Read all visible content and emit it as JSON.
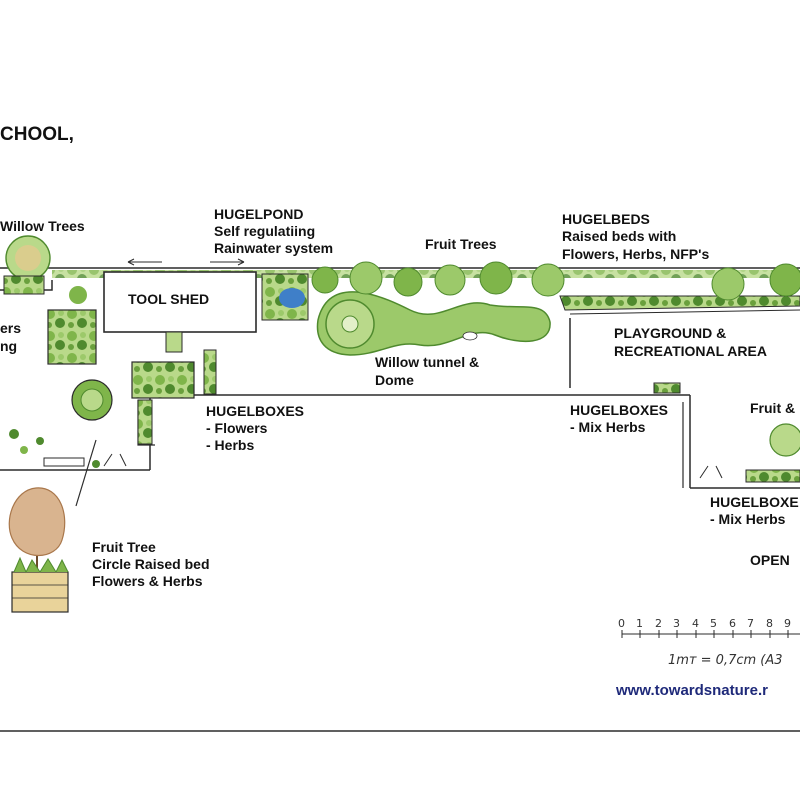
{
  "title": "CHOOL,",
  "labels": {
    "willow_trees": "Willow Trees",
    "ers": "ers",
    "ing": "ng",
    "tool_shed": "TOOL SHED",
    "hugelpond_title": "HUGELPOND",
    "hugelpond_line1": "Self regulatiing",
    "hugelpond_line2": "Rainwater system",
    "fruit_trees": "Fruit Trees",
    "hugelbeds_title": "HUGELBEDS",
    "hugelbeds_line1": "Raised beds with",
    "hugelbeds_line2": "Flowers, Herbs, NFP's",
    "playground_line1": "PLAYGROUND &",
    "playground_line2": "RECREATIONAL AREA",
    "willow_tunnel_line1": "Willow tunnel &",
    "willow_tunnel_line2": "Dome",
    "hugelboxes_a_title": "HUGELBOXES",
    "hugelboxes_a_line1": "- Flowers",
    "hugelboxes_a_line2": "- Herbs",
    "hugelboxes_b_title": "HUGELBOXES",
    "hugelboxes_b_line1": "- Mix Herbs",
    "fruit_and": "Fruit &",
    "hugelboxes_c_title": "HUGELBOXE",
    "hugelboxes_c_line1": "- Mix Herbs",
    "fruit_tree_line1": "Fruit Tree",
    "fruit_tree_line2": "Circle Raised bed",
    "fruit_tree_line3": "Flowers & Herbs",
    "open": "OPEN"
  },
  "scale": {
    "ticks": [
      "0",
      "1",
      "2",
      "3",
      "4",
      "5",
      "6",
      "7",
      "8",
      "9"
    ],
    "note": "1mт = 0,7cm (A3"
  },
  "website": "www.towardsnature.r",
  "colors": {
    "line": "#2b2b2b",
    "foliage_light": "#b9d98a",
    "foliage_mid": "#7fb54a",
    "foliage_dark": "#4f8a2e",
    "tree_canopy": "#d9b48f",
    "pond": "#3f7fc8",
    "soil": "#e9d39a",
    "url": "#1f2a7a"
  }
}
